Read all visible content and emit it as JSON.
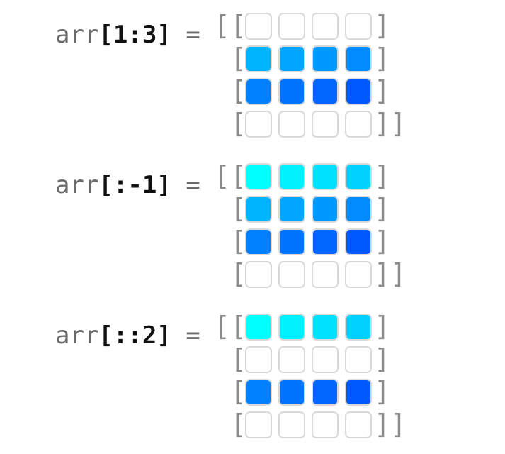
{
  "panels": [
    {
      "base": "arr",
      "slice": "[1:3]",
      "equals": "=",
      "rows": [
        {
          "open": "[[",
          "close": "]",
          "cells": [
            null,
            null,
            null,
            null
          ]
        },
        {
          "open": "[",
          "close": "]",
          "cells": [
            "#00b4ff",
            "#00a6ff",
            "#0099ff",
            "#008cff"
          ]
        },
        {
          "open": "[",
          "close": "]",
          "cells": [
            "#0080ff",
            "#0073ff",
            "#0066ff",
            "#0059ff"
          ]
        },
        {
          "open": "[",
          "close": "]]",
          "cells": [
            null,
            null,
            null,
            null
          ]
        }
      ]
    },
    {
      "base": "arr",
      "slice": "[:-1]",
      "equals": "=",
      "rows": [
        {
          "open": "[[",
          "close": "]",
          "cells": [
            "#00ffff",
            "#00f0ff",
            "#00e0ff",
            "#00d2ff"
          ]
        },
        {
          "open": "[",
          "close": "]",
          "cells": [
            "#00b4ff",
            "#00a6ff",
            "#0099ff",
            "#008cff"
          ]
        },
        {
          "open": "[",
          "close": "]",
          "cells": [
            "#0080ff",
            "#0073ff",
            "#0066ff",
            "#0059ff"
          ]
        },
        {
          "open": "[",
          "close": "]]",
          "cells": [
            null,
            null,
            null,
            null
          ]
        }
      ]
    },
    {
      "base": "arr",
      "slice": "[::2]",
      "equals": "=",
      "rows": [
        {
          "open": "[[",
          "close": "]",
          "cells": [
            "#00ffff",
            "#00f0ff",
            "#00e0ff",
            "#00d2ff"
          ]
        },
        {
          "open": "[",
          "close": "]",
          "cells": [
            null,
            null,
            null,
            null
          ]
        },
        {
          "open": "[",
          "close": "]",
          "cells": [
            "#0080ff",
            "#0073ff",
            "#0066ff",
            "#0059ff"
          ]
        },
        {
          "open": "[",
          "close": "]]",
          "cells": [
            null,
            null,
            null,
            null
          ]
        }
      ]
    }
  ]
}
